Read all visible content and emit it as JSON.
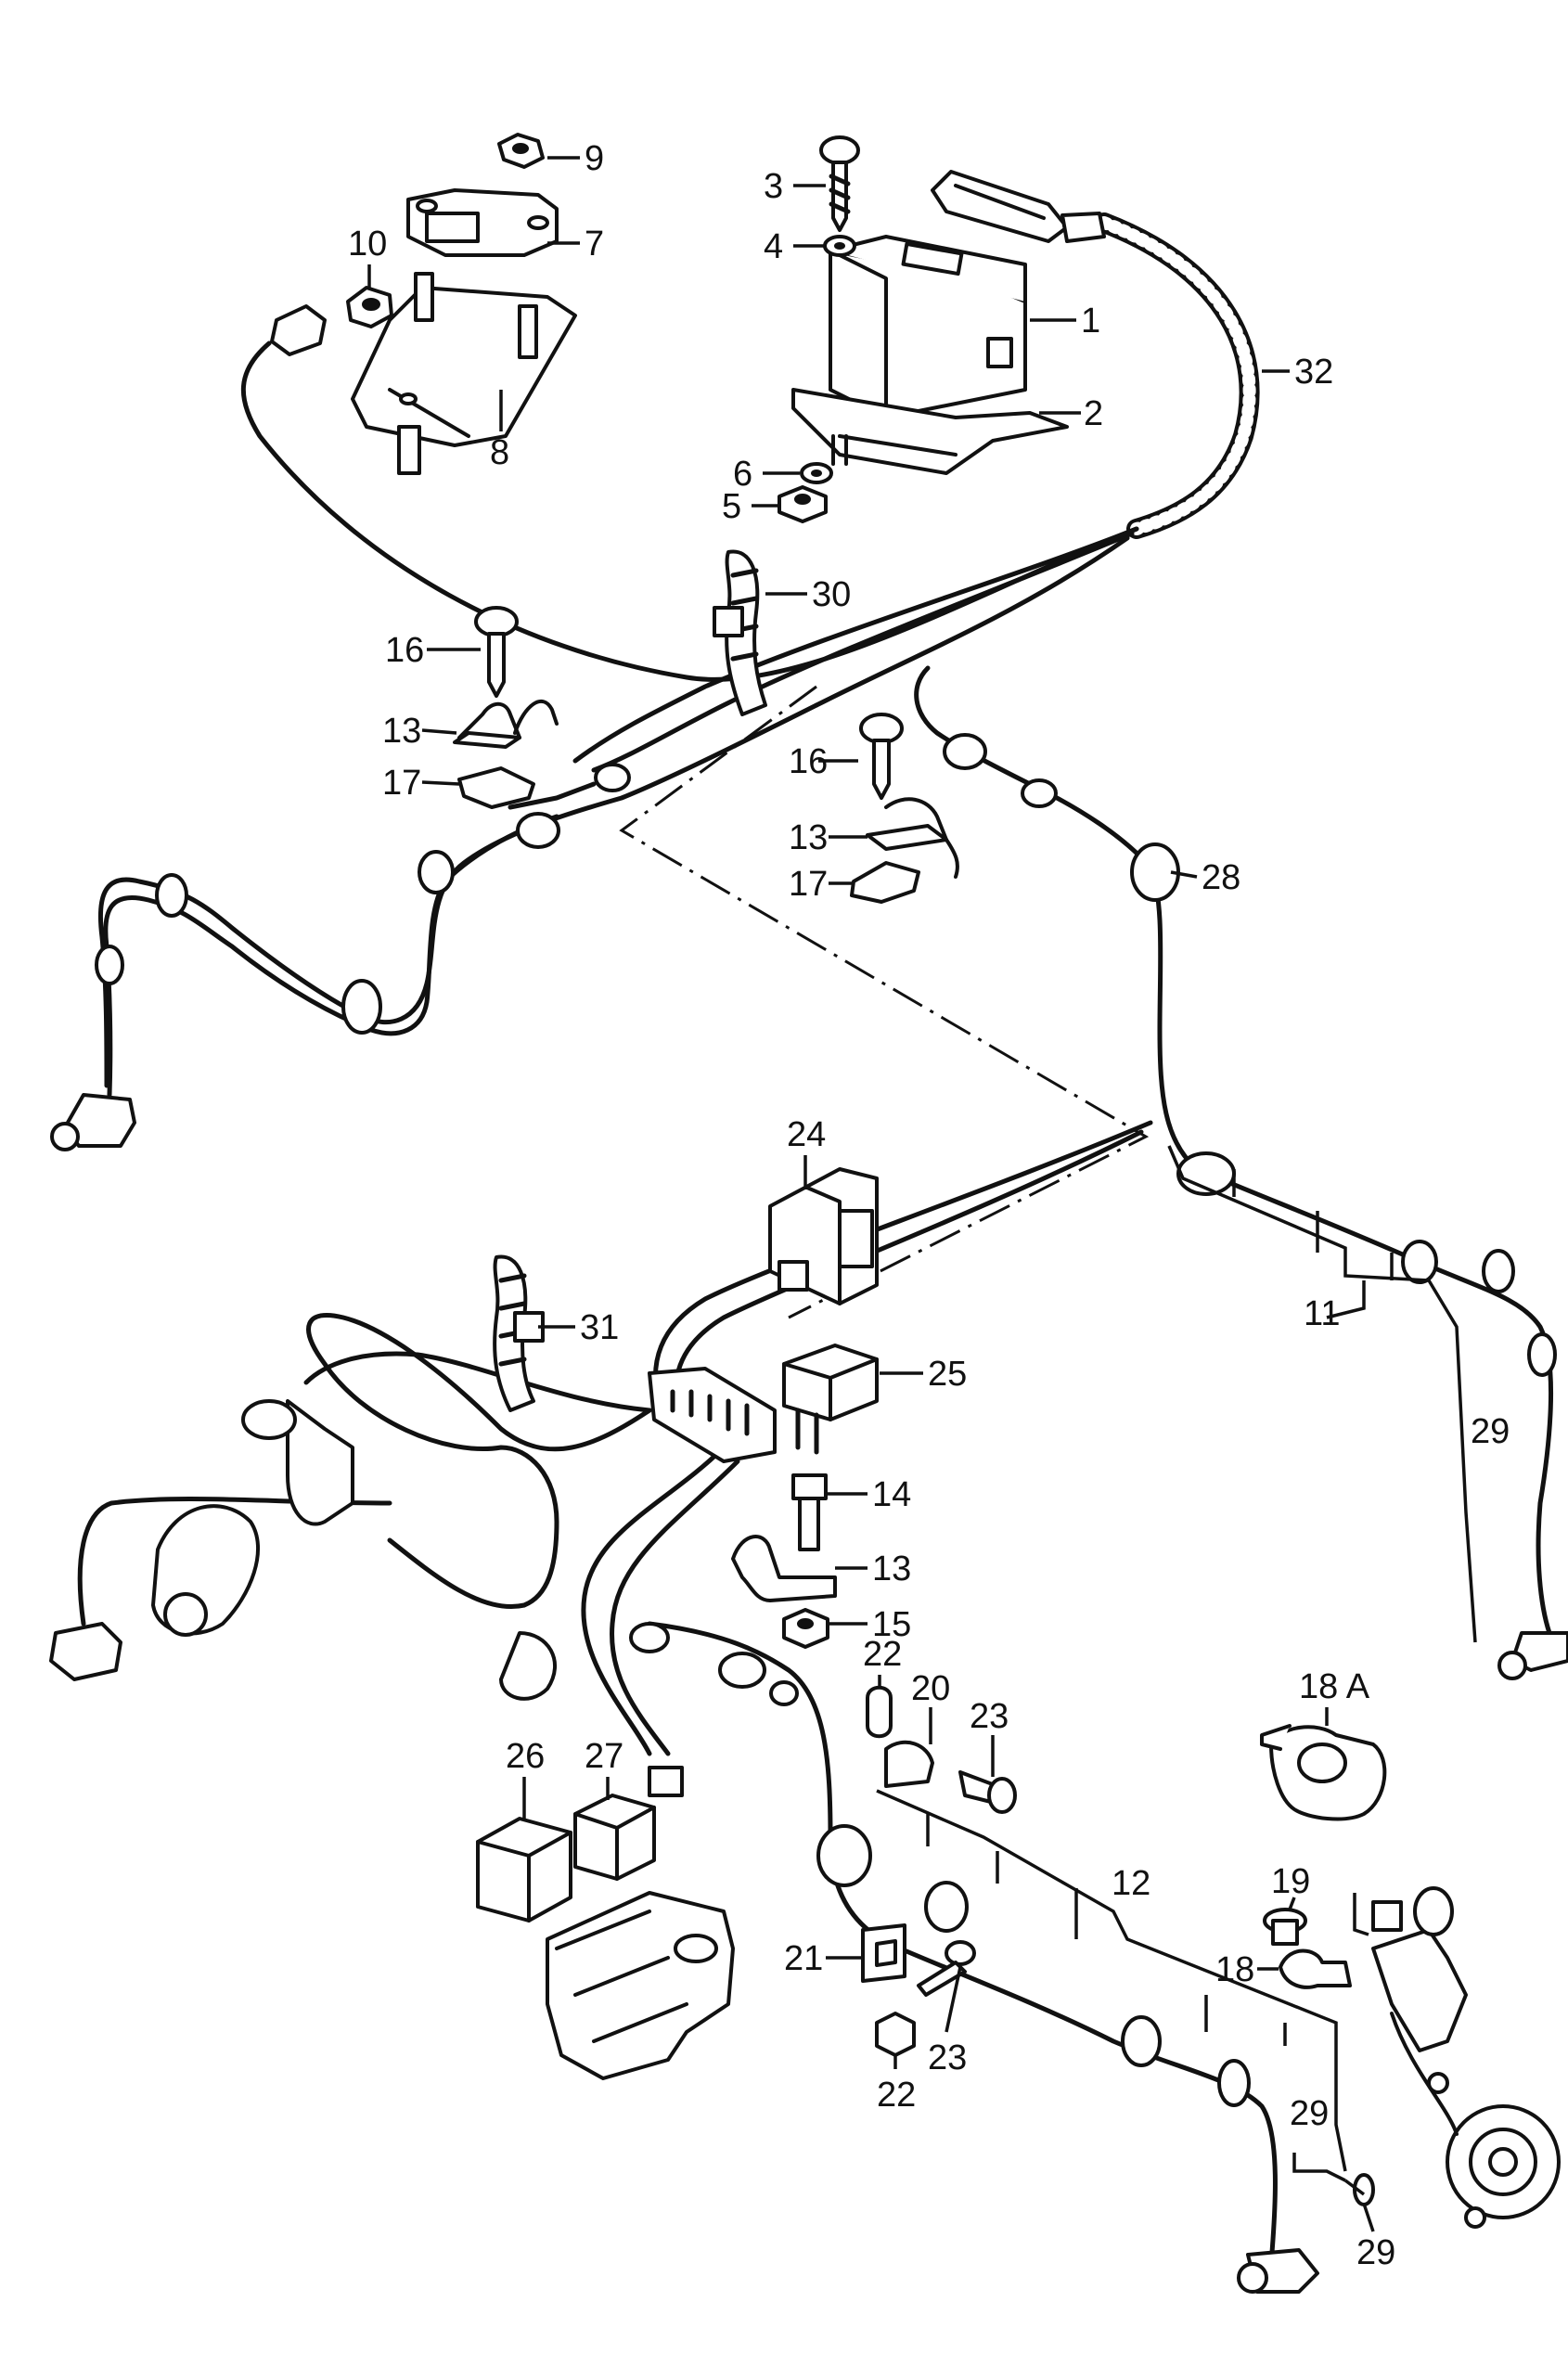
{
  "callouts": [
    {
      "id": "c1",
      "text": "1"
    },
    {
      "id": "c2",
      "text": "2"
    },
    {
      "id": "c3",
      "text": "3"
    },
    {
      "id": "c4",
      "text": "4"
    },
    {
      "id": "c5",
      "text": "5"
    },
    {
      "id": "c6",
      "text": "6"
    },
    {
      "id": "c7",
      "text": "7"
    },
    {
      "id": "c8",
      "text": "8"
    },
    {
      "id": "c9",
      "text": "9"
    },
    {
      "id": "c10",
      "text": "10"
    },
    {
      "id": "c11",
      "text": "11"
    },
    {
      "id": "c12",
      "text": "12"
    },
    {
      "id": "c13a",
      "text": "13"
    },
    {
      "id": "c13b",
      "text": "13"
    },
    {
      "id": "c13c",
      "text": "13"
    },
    {
      "id": "c14",
      "text": "14"
    },
    {
      "id": "c15",
      "text": "15"
    },
    {
      "id": "c16a",
      "text": "16"
    },
    {
      "id": "c16b",
      "text": "16"
    },
    {
      "id": "c17a",
      "text": "17"
    },
    {
      "id": "c17b",
      "text": "17"
    },
    {
      "id": "c18",
      "text": "18"
    },
    {
      "id": "c18a",
      "text": "18 A"
    },
    {
      "id": "c19",
      "text": "19"
    },
    {
      "id": "c20",
      "text": "20"
    },
    {
      "id": "c21",
      "text": "21"
    },
    {
      "id": "c22a",
      "text": "22"
    },
    {
      "id": "c22b",
      "text": "22"
    },
    {
      "id": "c23a",
      "text": "23"
    },
    {
      "id": "c23b",
      "text": "23"
    },
    {
      "id": "c24",
      "text": "24"
    },
    {
      "id": "c25",
      "text": "25"
    },
    {
      "id": "c26",
      "text": "26"
    },
    {
      "id": "c27",
      "text": "27"
    },
    {
      "id": "c28",
      "text": "28"
    },
    {
      "id": "c29a",
      "text": "29"
    },
    {
      "id": "c29b",
      "text": "29"
    },
    {
      "id": "c29c",
      "text": "29"
    },
    {
      "id": "c30",
      "text": "30"
    },
    {
      "id": "c31",
      "text": "31"
    },
    {
      "id": "c32",
      "text": "32"
    }
  ]
}
